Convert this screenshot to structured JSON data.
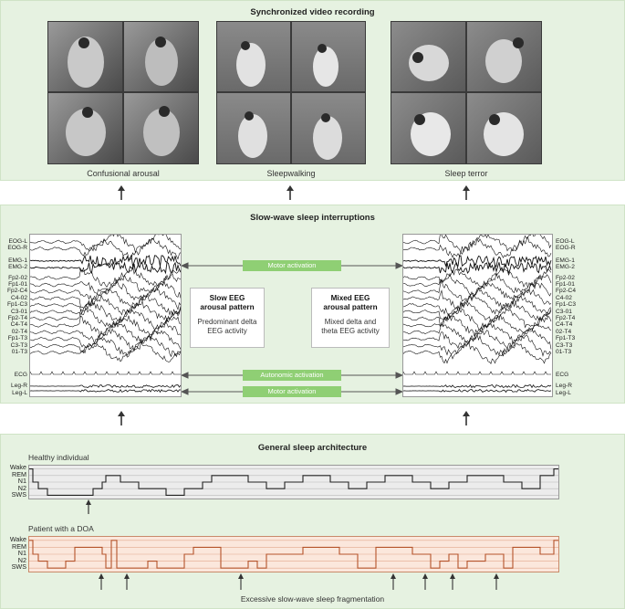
{
  "top": {
    "title": "Synchronized video recording",
    "groups": [
      {
        "label": "Confusional arousal"
      },
      {
        "label": "Sleepwalking"
      },
      {
        "label": "Sleep terror"
      }
    ]
  },
  "middle": {
    "title": "Slow-wave sleep interruptions",
    "left_channels": [
      "EOG-L",
      "EOG-R",
      "EMG-1",
      "EMG-2",
      "Fp2-02",
      "Fp1-01",
      "Fp2-C4",
      "C4-02",
      "Fp1-C3",
      "C3-01",
      "Fp2-T4",
      "C4-T4",
      "02-T4",
      "Fp1-T3",
      "C3-T3",
      "01-T3"
    ],
    "left_bottom_channels": [
      "ECG",
      "Leg-R",
      "Leg-L"
    ],
    "right_channels": [
      "EOG-L",
      "EOG-R",
      "EMG-1",
      "EMG-2",
      "Fp2-02",
      "Fp1-01",
      "Fp2-C4",
      "C4-02",
      "Fp1-C3",
      "C3-01",
      "Fp2-T4",
      "C4-T4",
      "02-T4",
      "Fp1-T3",
      "C3-T3",
      "01-T3"
    ],
    "right_bottom_channels": [
      "ECG",
      "Leg-R",
      "Leg-L"
    ],
    "motor_activation_top": "Motor activation",
    "autonomic_activation": "Autonomic activation",
    "motor_activation_bottom": "Motor activation",
    "slow_title_1": "Slow EEG",
    "slow_title_2": "arousal pattern",
    "slow_desc_1": "Predominant delta",
    "slow_desc_2": "EEG activity",
    "mixed_title_1": "Mixed EEG",
    "mixed_title_2": "arousal pattern",
    "mixed_desc_1": "Mixed delta and",
    "mixed_desc_2": "theta EEG activity"
  },
  "bottom": {
    "title": "General sleep architecture",
    "healthy_label": "Healthy individual",
    "patient_label": "Patient with a DOA",
    "stages": [
      "Wake",
      "REM",
      "N1",
      "N2",
      "SWS"
    ],
    "footer": "Excessive slow-wave sleep fragmentation"
  },
  "colors": {
    "panel_bg": "#e6f2e1",
    "pill_green": "#8fcf74",
    "patient_trace": "#b5532a",
    "patient_bg": "#fbe7dc"
  }
}
